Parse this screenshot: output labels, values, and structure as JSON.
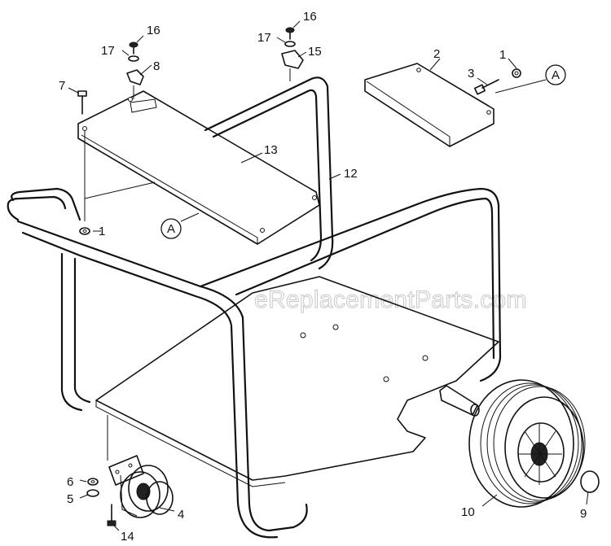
{
  "watermark": "eReplacementParts.com",
  "callouts": {
    "c1_top": "1",
    "c2": "2",
    "c3": "3",
    "c4": "4",
    "c5": "5",
    "c6": "6",
    "c7": "7",
    "c8": "8",
    "c9": "9",
    "c10": "10",
    "c12": "12",
    "c13": "13",
    "c14": "14",
    "c15": "15",
    "c16_left": "16",
    "c16_right": "16",
    "c17_left": "17",
    "c17_right": "17",
    "c1_left": "1"
  },
  "refs": {
    "a_right": "A",
    "a_left": "A"
  }
}
